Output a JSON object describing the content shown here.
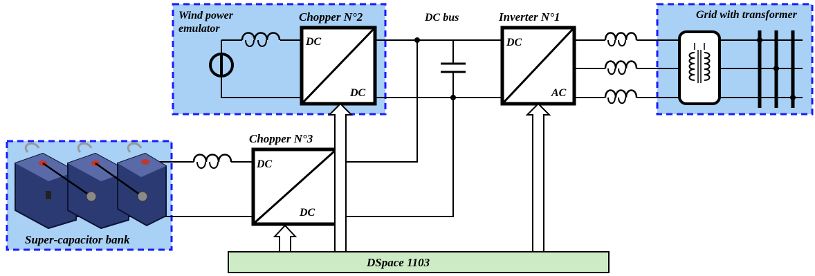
{
  "colors": {
    "panel_fill": "#a9d0f5",
    "panel_border": "#1a1aff",
    "dspace_fill": "#cdebc5",
    "wire": "#000000"
  },
  "wind_block": {
    "title_line1": "Wind power",
    "title_line2": "emulator"
  },
  "chopper2": {
    "title": "Chopper N°2",
    "in_label": "DC",
    "out_label": "DC"
  },
  "chopper3": {
    "title": "Chopper N°3",
    "in_label": "DC",
    "out_label": "DC"
  },
  "inverter1": {
    "title": "Inverter N°1",
    "in_label": "DC",
    "out_label": "AC"
  },
  "dc_bus": {
    "label": "DC bus"
  },
  "grid": {
    "title": "Grid with transformer"
  },
  "supercap": {
    "title": "Super-capacitor bank"
  },
  "dspace": {
    "label": "DSpace 1103"
  },
  "icons": [
    "current-source-icon",
    "inductor-icon",
    "capacitor-icon",
    "transformer-icon",
    "supercapacitor-module-icon",
    "control-arrow-icon"
  ]
}
